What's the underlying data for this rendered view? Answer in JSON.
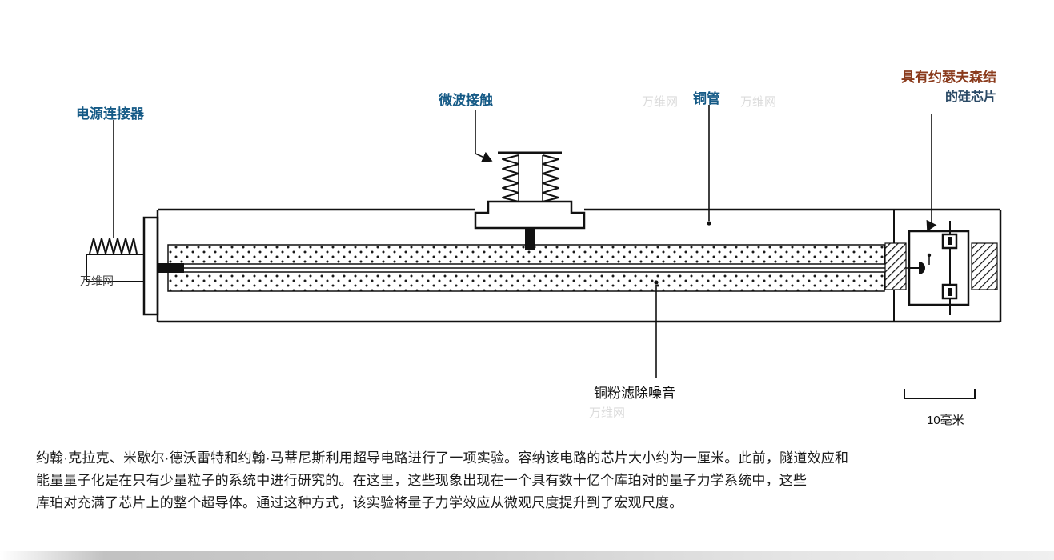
{
  "diagram": {
    "labels": {
      "power_connector": "电源连接器",
      "microwave_contact": "微波接触",
      "copper_tube": "铜管",
      "josephson": "具有约瑟夫森结",
      "silicon_chip": "的硅芯片",
      "copper_powder": "铜粉滤除噪音",
      "scale": "10毫米"
    },
    "watermark": "万维网"
  },
  "caption": {
    "lines": [
      "约翰·克拉克、米歇尔·德沃雷特和约翰·马蒂尼斯利用超导电路进行了一项实验。容纳该电路的芯片大小约为一厘米。此前，隧道效应和",
      "能量量子化是在只有少量粒子的系统中进行研究的。在这里，这些现象出现在一个具有数十亿个库珀对的量子力学系统中，这些",
      "库珀对充满了芯片上的整个超导体。通过这种方式，该实验将量子力学效应从微观尺度提升到了宏观尺度。"
    ]
  },
  "colors": {
    "label_blue": "#155a86",
    "josephson_brown": "#8a3a1b",
    "chip_navy": "#2b4a66",
    "line_black": "#111111"
  }
}
